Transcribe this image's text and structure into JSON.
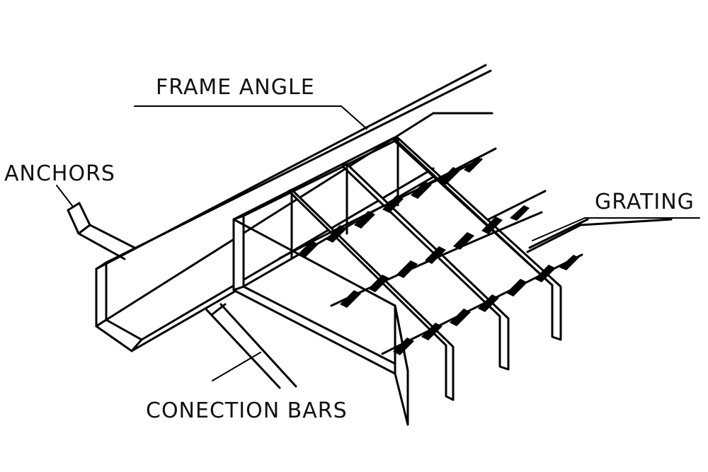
{
  "labels": {
    "frame_angle": "FRAME ANGLE",
    "anchors": "ANCHORS",
    "grating": "GRATING",
    "connection_bars": "CONECTION BARS"
  }
}
